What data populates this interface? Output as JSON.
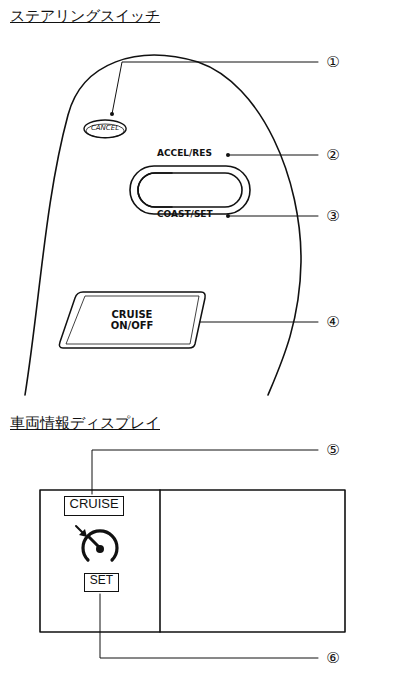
{
  "diagram": {
    "nodes": [
      {
        "text": [
          "CANCEL"
        ]
      },
      {
        "text": [
          "CRUISE ON/OFF"
        ]
      },
      {
        "text": [
          "CRUISE"
        ]
      },
      {
        "text": [
          "SET"
        ]
      }
    ],
    "labels": [
      "ステアリングスイッチ",
      "①",
      "ACCEL/RES",
      "②",
      "COAST/SET",
      "③",
      "④",
      "車両情報ディスプレイ",
      "⑤",
      "⑥"
    ]
  }
}
